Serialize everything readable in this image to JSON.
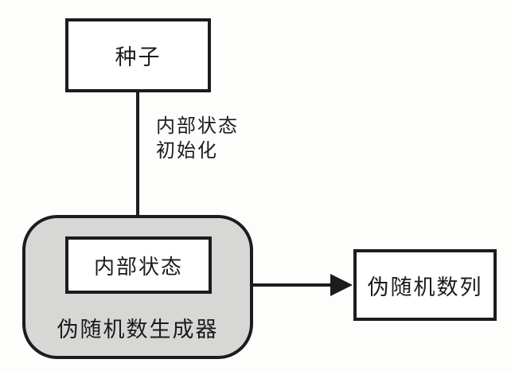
{
  "diagram": {
    "title": "pseudorandom-number-generator-flow",
    "nodes": {
      "seed": {
        "label": "种子"
      },
      "internal_state": {
        "label": "内部状态"
      },
      "generator": {
        "label": "伪随机数生成器"
      },
      "output": {
        "label": "伪随机数列"
      }
    },
    "edges": {
      "seed_to_state": {
        "label_line1": "内部状态",
        "label_line2": "初始化",
        "direction": "down"
      },
      "state_to_output": {
        "label_line1": "",
        "label_line2": "",
        "direction": "right"
      }
    },
    "colors": {
      "ink": "#1c1c1c",
      "generator_fill": "#d7d7d5",
      "background": "#fdfdfc"
    }
  }
}
